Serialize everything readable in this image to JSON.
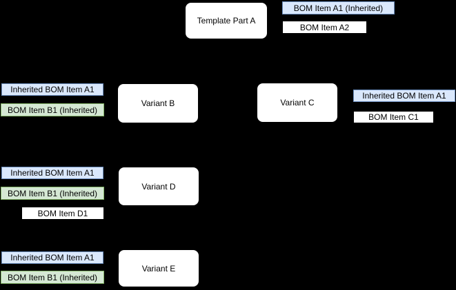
{
  "diagram": {
    "background_color": "#000000",
    "colors": {
      "inherited_fill": "#dae8fc",
      "inherited_border": "#6c8ebf",
      "propagated_fill": "#d5e8d4",
      "propagated_border": "#82b366",
      "plain_fill": "#ffffff",
      "node_fill": "#ffffff",
      "text_color": "#000000"
    },
    "template": {
      "node_label": "Template Part A",
      "bom_items": [
        {
          "text": "BOM Item A1 (Inherited)",
          "style": "inherited"
        },
        {
          "text": "BOM Item A2",
          "style": "plain"
        }
      ]
    },
    "variants": [
      {
        "node_label": "Variant B",
        "bom_items": [
          {
            "text": "Inherited BOM Item A1",
            "style": "inherited"
          },
          {
            "text": "BOM Item B1 (Inherited)",
            "style": "propagated"
          }
        ]
      },
      {
        "node_label": "Variant C",
        "bom_items": [
          {
            "text": "Inherited BOM Item A1",
            "style": "inherited"
          },
          {
            "text": "BOM Item C1",
            "style": "plain"
          }
        ]
      },
      {
        "node_label": "Variant D",
        "bom_items": [
          {
            "text": "Inherited BOM Item A1",
            "style": "inherited"
          },
          {
            "text": "BOM Item B1 (Inherited)",
            "style": "propagated"
          },
          {
            "text": "BOM Item D1",
            "style": "plain"
          }
        ]
      },
      {
        "node_label": "Variant E",
        "bom_items": [
          {
            "text": "Inherited BOM Item A1",
            "style": "inherited"
          },
          {
            "text": "BOM Item B1 (Inherited)",
            "style": "propagated"
          }
        ]
      }
    ]
  }
}
